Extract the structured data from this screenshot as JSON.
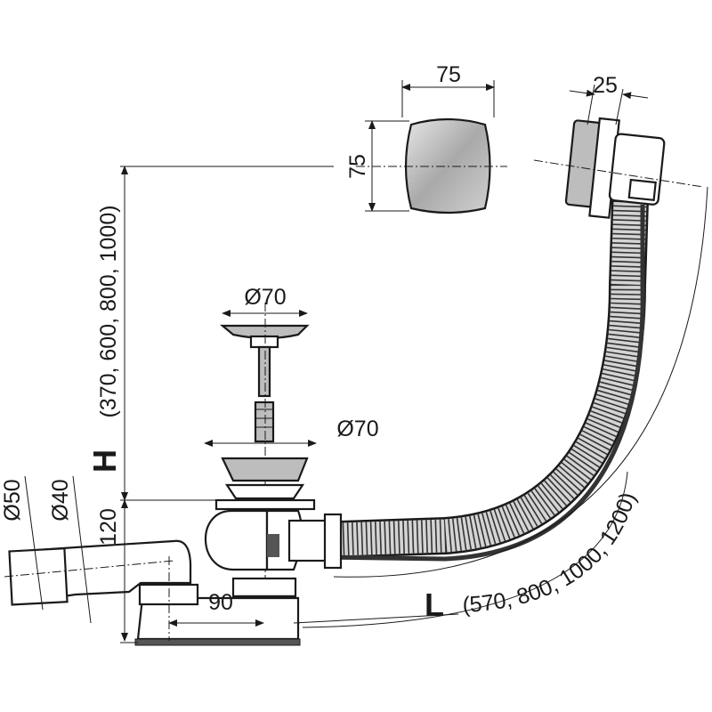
{
  "title": "Bath waste and overflow set dimension drawing",
  "dimensions": {
    "cap_width": "75",
    "cap_height": "75",
    "overflow_depth": "25",
    "plug_diameter": "Ø70",
    "strainer_diameter": "Ø70",
    "height_letter": "H",
    "height_options": "(370, 600, 800, 1000)",
    "trap_height": "120",
    "outlet_outer_diameter": "Ø50",
    "outlet_inner_diameter": "Ø40",
    "trap_offset": "90",
    "length_letter": "L",
    "length_options": "(570, 800, 1000, 1200)"
  },
  "colors": {
    "line": "#1a1a1a",
    "metal": "#bdbdbd"
  }
}
